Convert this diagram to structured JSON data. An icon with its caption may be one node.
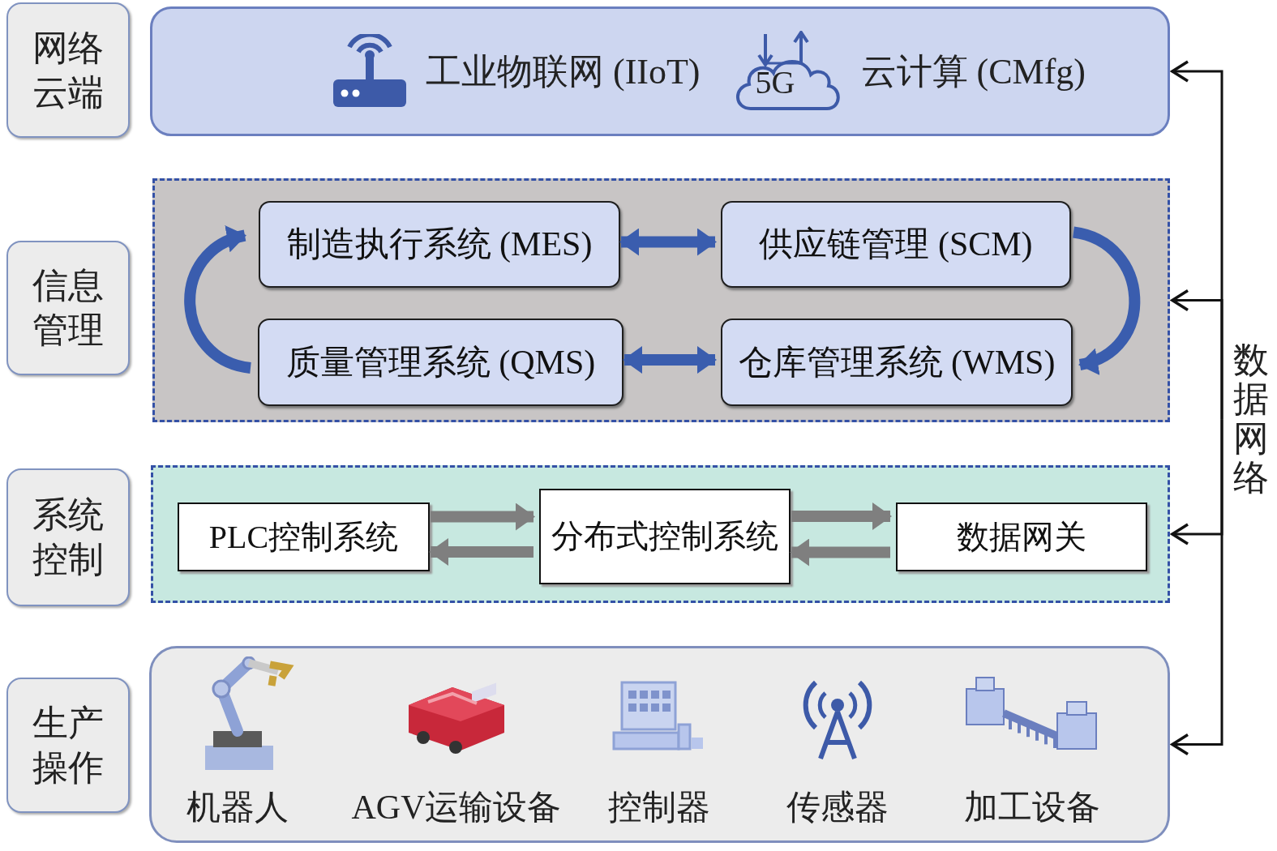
{
  "diagram": {
    "nodes": [
      {
        "text": [
          "网络云端"
        ]
      },
      {
        "text": [
          "工业物联网 (IIoT)",
          "云计算 (CMfg)"
        ]
      },
      {
        "text": [
          "信息管理"
        ]
      },
      {
        "text": [],
        "shape": "box"
      },
      {
        "text": [
          "制造执行系统 (MES)"
        ],
        "in": 3
      },
      {
        "text": [
          "供应链管理 (SCM)"
        ],
        "in": 3
      },
      {
        "text": [
          "质量管理系统 (QMS)"
        ],
        "in": 3
      },
      {
        "text": [
          "仓库管理系统 (WMS)"
        ],
        "in": 3
      },
      {
        "text": [
          "系统控制"
        ]
      },
      {
        "text": [],
        "shape": "box"
      },
      {
        "text": [
          "PLC控制系统"
        ],
        "in": 9
      },
      {
        "text": [
          "分布式控制系统"
        ],
        "in": 9
      },
      {
        "text": [
          "数据网关"
        ],
        "in": 9
      },
      {
        "text": [
          "生产操作"
        ]
      },
      {
        "text": [
          "机器人",
          "AGV运输设备",
          "控制器",
          "传感器",
          "加工设备"
        ]
      },
      {
        "text": [
          "数据网络"
        ]
      }
    ],
    "edges": [
      {
        "from": 15,
        "to": 1,
        "arrow": "to",
        "color": "#111111"
      },
      {
        "from": 15,
        "to": 3,
        "arrow": "to",
        "color": "#111111"
      },
      {
        "from": 15,
        "to": 9,
        "arrow": "to",
        "color": "#111111"
      },
      {
        "from": 15,
        "to": 14,
        "arrow": "to",
        "color": "#111111"
      },
      {
        "from": 4,
        "to": 5,
        "arrow": "both",
        "color": "#3a5dae"
      },
      {
        "from": 6,
        "to": 7,
        "arrow": "both",
        "color": "#3a5dae"
      },
      {
        "from": 5,
        "to": 7,
        "arrow": "to",
        "color": "#3a5dae"
      },
      {
        "from": 6,
        "to": 4,
        "arrow": "to",
        "color": "#3a5dae"
      },
      {
        "from": 10,
        "to": 11,
        "arrow": "to",
        "color": "#7f7f7f"
      },
      {
        "from": 11,
        "to": 10,
        "arrow": "to",
        "color": "#7f7f7f"
      },
      {
        "from": 11,
        "to": 12,
        "arrow": "to",
        "color": "#7f7f7f"
      },
      {
        "from": 12,
        "to": 11,
        "arrow": "to",
        "color": "#7f7f7f"
      }
    ],
    "labels": [
      "5G"
    ]
  }
}
